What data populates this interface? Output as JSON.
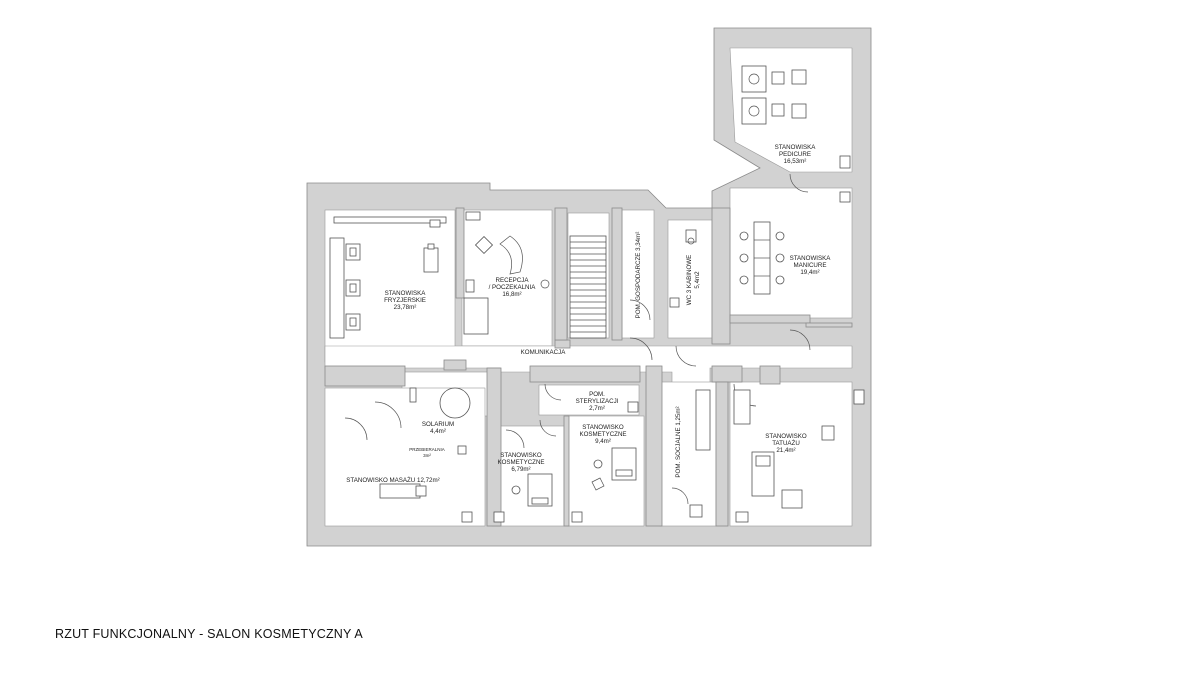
{
  "caption": "RZUT FUNKCJONALNY - SALON KOSMETYCZNY A",
  "rooms": {
    "pedicure": [
      "STANOWISKA",
      "PEDICURE",
      "16,53m²"
    ],
    "manicure": [
      "STANOWISKA",
      "MANICURE",
      "19,4m²"
    ],
    "fryzjerskie": [
      "STANOWISKA",
      "FRYZJERSKIE",
      "23,78m²"
    ],
    "recepcja": [
      "RECEPCJA",
      "/ POCZEKALNIA",
      "16,8m²"
    ],
    "gospodarcze": "POM. GOSPODARCZE 3,34m²",
    "wc": [
      "WC 3 KABINOWE",
      "5,4m2"
    ],
    "komunikacja": "KOMUNIKACJA",
    "sterylizacji": [
      "POM.",
      "STERYLIZACJI",
      "2,7m²"
    ],
    "solarium": [
      "SOLARIUM",
      "4,4m²"
    ],
    "przebieralnia": [
      "PRZEBIERALNIA",
      "3m²"
    ],
    "masazu": "STANOWISKO MASAŻU 12,72m²",
    "kosmetyczne_maly": [
      "STANOWISKO",
      "KOSMETYCZNE",
      "6,79m²"
    ],
    "kosmetyczne": [
      "STANOWISKO",
      "KOSMETYCZNE",
      "9,4m²"
    ],
    "socjalne": "POM. SOCJALNE 1,25m²",
    "tatuazu": [
      "STANOWISKO",
      "TATUAŻU",
      "21,4m²"
    ]
  }
}
